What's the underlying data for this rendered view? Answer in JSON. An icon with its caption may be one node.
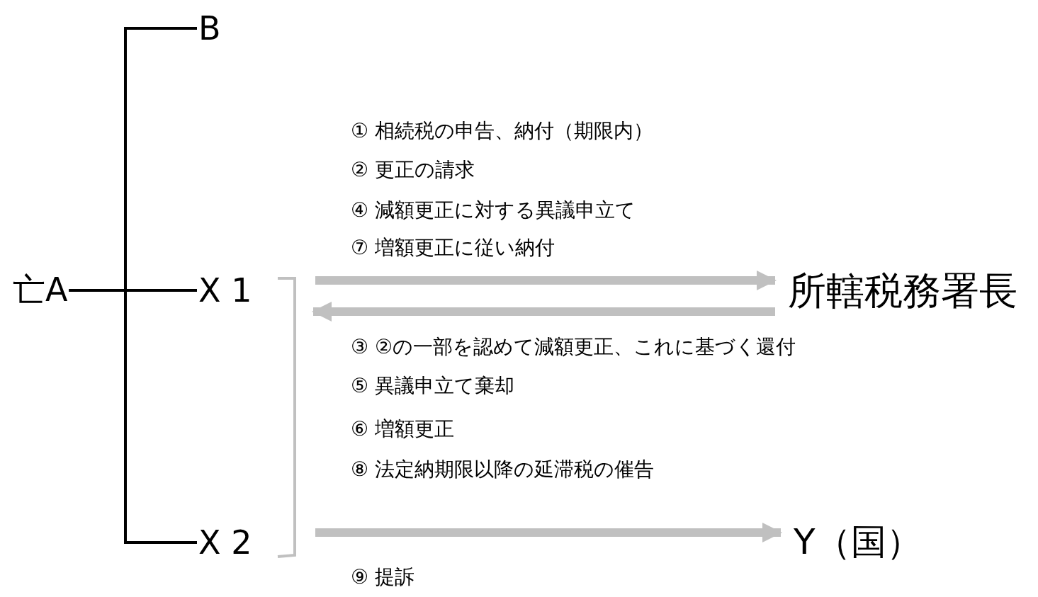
{
  "diagram": {
    "nodes": [
      {
        "text": [
          "亡A"
        ]
      },
      {
        "text": [
          "B"
        ]
      },
      {
        "text": [
          "X 1"
        ]
      },
      {
        "text": [
          "X 2"
        ]
      },
      {
        "text": [
          "所轄税務署長"
        ]
      },
      {
        "text": [
          "Y（国）"
        ]
      }
    ],
    "edges": [
      {
        "from": 0,
        "to": 1,
        "arrow": "none"
      },
      {
        "from": 0,
        "to": 2,
        "arrow": "none"
      },
      {
        "from": 0,
        "to": 3,
        "arrow": "none"
      },
      {
        "from": 2,
        "to": 4,
        "arrow": "to",
        "style": "thick",
        "color": "#c0c0c0"
      },
      {
        "from": 4,
        "to": 2,
        "arrow": "to",
        "style": "thick",
        "color": "#c0c0c0"
      },
      {
        "from": 3,
        "to": 5,
        "arrow": "to",
        "style": "thick",
        "color": "#c0c0c0"
      }
    ],
    "labels": [
      "① 相続税の申告、納付（期限内）",
      "② 更正の請求",
      "④ 減額更正に対する異議申立て",
      "⑦ 増額更正に従い納付",
      "③ ②の一部を認めて減額更正、これに基づく還付",
      "⑤ 異議申立て棄却",
      "⑥ 増額更正",
      "⑧ 法定納期限以降の延滞税の催告",
      "⑨ 提訴"
    ]
  }
}
